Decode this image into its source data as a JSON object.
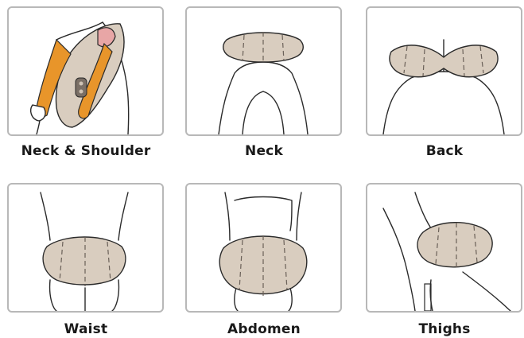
{
  "panels": [
    {
      "label": "Neck & Shoulder"
    },
    {
      "label": "Neck"
    },
    {
      "label": "Back"
    },
    {
      "label": "Waist"
    },
    {
      "label": "Abdomen"
    },
    {
      "label": "Thighs"
    }
  ],
  "colors": {
    "pad": "#d9cdbf",
    "strap_accent": "#e8952a",
    "inner_pink": "#e8a6a6",
    "border": "#b8b8b8"
  }
}
